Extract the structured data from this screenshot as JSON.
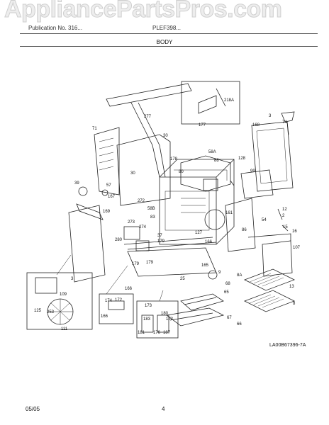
{
  "watermark": "AppliancePartsPros.com",
  "header": {
    "publication": "Publication No. 316...",
    "model": "PLEF398..."
  },
  "title": "BODY",
  "figure_code": "LA00B67396-7A",
  "footer": {
    "date": "05/05",
    "page": "4"
  },
  "callouts": {
    "c277": "277",
    "c71": "71",
    "c30a": "30",
    "c30b": "30",
    "c178": "178",
    "c177": "177",
    "c218a": "218A",
    "c3a": "3",
    "c74": "74",
    "c168": "168",
    "c58a": "58A",
    "c88": "88",
    "c80": "80",
    "c128": "128",
    "c99": "99",
    "c39": "39",
    "c57": "57",
    "c167": "167",
    "c272": "272",
    "c58b": "58B",
    "c83": "83",
    "c161": "161",
    "c169": "169",
    "c12": "12",
    "c2": "2",
    "c273": "273",
    "c274": "274",
    "c280": "280",
    "c127": "127",
    "c86": "86",
    "c54": "54",
    "c15": "15",
    "c16": "16",
    "c107": "107",
    "c179a": "179",
    "c37": "37",
    "c179b": "179",
    "c165": "165",
    "c166a": "166",
    "c3b": "3",
    "c179c": "179",
    "c25": "25",
    "c9": "9",
    "c8a": "8A",
    "c166b": "166",
    "c68": "68",
    "c13": "13",
    "c109": "109",
    "c174": "174",
    "c172a": "172",
    "c173": "173",
    "c180": "180",
    "c65": "65",
    "c125": "125",
    "c253": "253",
    "c166c": "166",
    "c183": "183",
    "c172b": "172",
    "c181": "181",
    "c176": "176",
    "c187": "187",
    "c67": "67",
    "c111": "111",
    "c8": "8",
    "c66": "66"
  }
}
